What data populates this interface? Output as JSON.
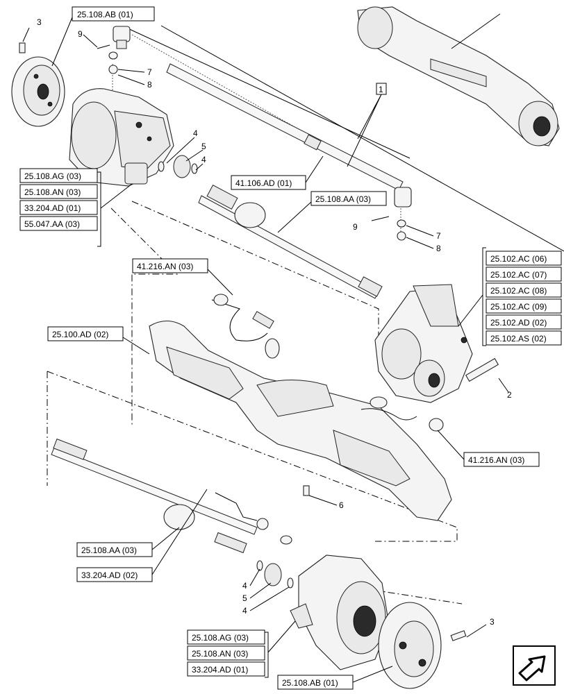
{
  "labels": {
    "ab_top": "25.108.AB (01)",
    "ag_top": "25.108.AG (03)",
    "an_top": "25.108.AN (03)",
    "ad204_top": "33.204.AD (01)",
    "aa047": "55.047.AA (03)",
    "ad106": "41.106.AD (01)",
    "aa_top": "25.108.AA (03)",
    "an216_top": "41.216.AN (03)",
    "ad100": "25.100.AD (02)",
    "ac06": "25.102.AC (06)",
    "ac07": "25.102.AC (07)",
    "ac08": "25.102.AC (08)",
    "ac09": "25.102.AC (09)",
    "ad102": "25.102.AD (02)",
    "as102": "25.102.AS (02)",
    "an216_right": "41.216.AN (03)",
    "aa_bottom": "25.108.AA (03)",
    "ad204_mid": "33.204.AD (02)",
    "ag_bottom": "25.108.AG (03)",
    "an_bottom": "25.108.AN (03)",
    "ad204_bottom": "33.204.AD (01)",
    "ab_bottom": "25.108.AB (01)"
  },
  "callouts": {
    "n1": "1",
    "n2": "2",
    "n3_top": "3",
    "n3_bottom": "3",
    "n4_top_a": "4",
    "n4_top_b": "4",
    "n4_bottom_a": "4",
    "n4_bottom_b": "4",
    "n5_top": "5",
    "n5_bottom": "5",
    "n6": "6",
    "n7_top": "7",
    "n7_right": "7",
    "n8_top": "8",
    "n8_right": "8",
    "n9_top": "9",
    "n9_right": "9"
  },
  "icons": {
    "nav": "next-page-arrow-icon"
  }
}
